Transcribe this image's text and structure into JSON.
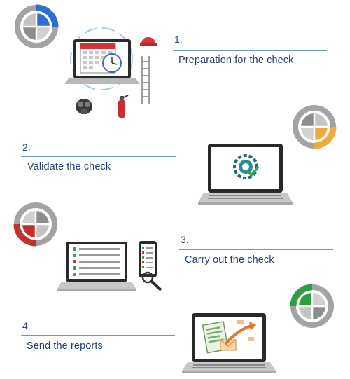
{
  "steps": [
    {
      "number": "1.",
      "label": "Preparation for the check",
      "icon": "calendar-laptop-icon",
      "progress_color": "#2f6fd0"
    },
    {
      "number": "2.",
      "label": "Validate the check",
      "icon": "laptop-gear-icon",
      "progress_color": "#f0a93a"
    },
    {
      "number": "3.",
      "label": "Carry out the check",
      "icon": "checklist-laptop-phone-icon",
      "progress_color": "#c0312c"
    },
    {
      "number": "4.",
      "label": "Send the reports",
      "icon": "report-send-laptop-icon",
      "progress_color": "#2e9e43"
    }
  ],
  "colors": {
    "ring_gray": "#9a9a9a",
    "quadrant_dark": "#8d8d8d",
    "quadrant_light": "#d4d4d4",
    "rule": "#6b98b9",
    "text": "#24416f"
  }
}
